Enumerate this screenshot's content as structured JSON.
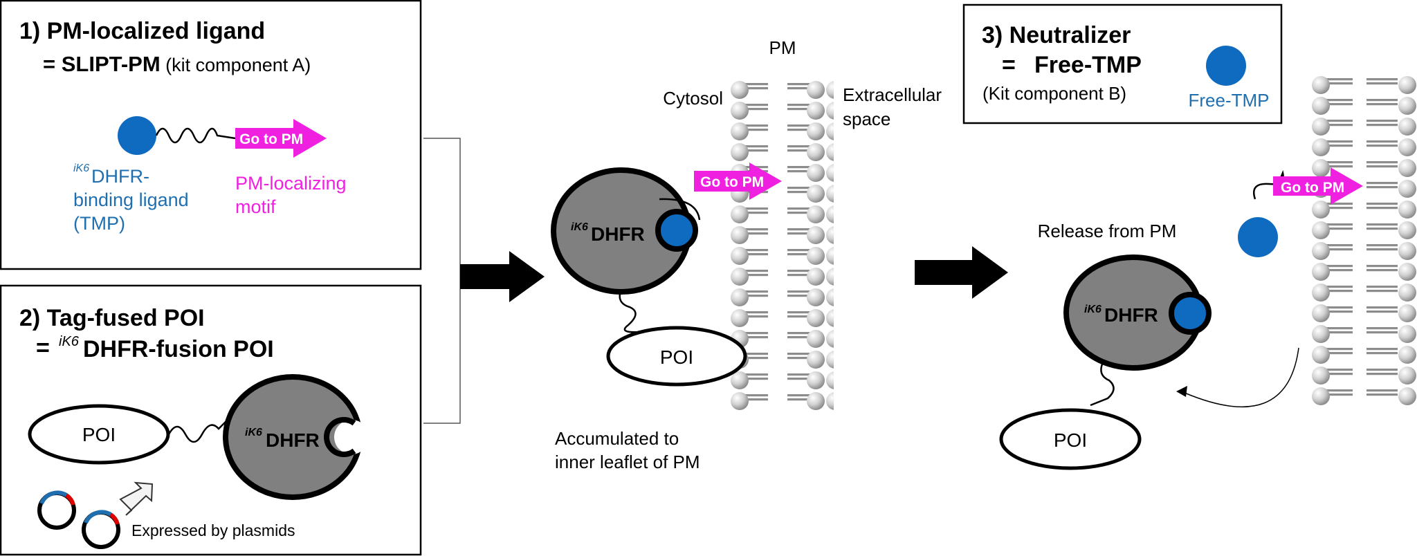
{
  "colors": {
    "ligand_blue": "#0f6bc0",
    "pm_magenta": "#f020e0",
    "dhfr_gray": "#808080",
    "label_blue": "#1f6fb0",
    "plasmid_red": "#e00000"
  },
  "panel1": {
    "title": "1) PM-localized ligand",
    "eq_prefix": "= ",
    "eq_name": "SLIPT-PM",
    "eq_note": " (kit component A)",
    "arrow_label": "Go to PM",
    "ligand_label_sup": "iK6",
    "ligand_label_line1": "DHFR-",
    "ligand_label_line2": "binding ligand",
    "ligand_label_line3": "(TMP)",
    "motif_label_line1": "PM-localizing",
    "motif_label_line2": "motif"
  },
  "panel2": {
    "title": "2) Tag-fused POI",
    "eq_prefix": "= ",
    "eq_sup": "iK6",
    "eq_name": "DHFR-fusion POI",
    "poi_label": "POI",
    "dhfr_sup": "iK6",
    "dhfr_label": "DHFR",
    "plasmid_label": "Expressed by plasmids"
  },
  "middle": {
    "pm_label": "PM",
    "cytosol_label": "Cytosol",
    "extracellular_line1": "Extracellular",
    "extracellular_line2": "space",
    "arrow_label": "Go to PM",
    "dhfr_sup": "iK6",
    "dhfr_label": "DHFR",
    "poi_label": "POI",
    "caption_line1": "Accumulated to",
    "caption_line2": "inner leaflet of PM"
  },
  "panel3": {
    "title": "3) Neutralizer",
    "eq_prefix": "=  ",
    "eq_name": "Free-TMP",
    "note": "(Kit component B)",
    "free_tmp_label": "Free-TMP"
  },
  "right": {
    "release_label": "Release from PM",
    "arrow_label": "Go to PM",
    "dhfr_sup": "iK6",
    "dhfr_label": "DHFR",
    "poi_label": "POI"
  }
}
